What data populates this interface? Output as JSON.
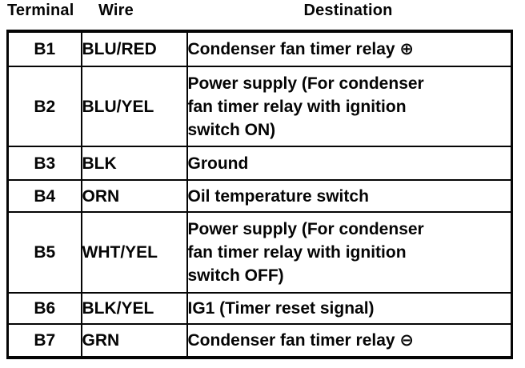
{
  "colors": {
    "ink": "#050505",
    "paper": "#ffffff"
  },
  "table": {
    "column_headers": [
      "Terminal",
      "Wire",
      "Destination"
    ],
    "rows": [
      {
        "terminal": "B1",
        "wire": "BLU/RED",
        "destination": "Condenser fan timer relay ⊕"
      },
      {
        "terminal": "B2",
        "wire": "BLU/YEL",
        "destination": "Power supply (For condenser fan timer relay with ignition switch ON)"
      },
      {
        "terminal": "B3",
        "wire": "BLK",
        "destination": "Ground"
      },
      {
        "terminal": "B4",
        "wire": "ORN",
        "destination": "Oil temperature switch"
      },
      {
        "terminal": "B5",
        "wire": "WHT/YEL",
        "destination": "Power supply (For condenser fan timer relay with ignition switch OFF)"
      },
      {
        "terminal": "B6",
        "wire": "BLK/YEL",
        "destination": "IG1 (Timer reset signal)"
      },
      {
        "terminal": "B7",
        "wire": "GRN",
        "destination": "Condenser fan timer relay ⊖"
      }
    ]
  }
}
